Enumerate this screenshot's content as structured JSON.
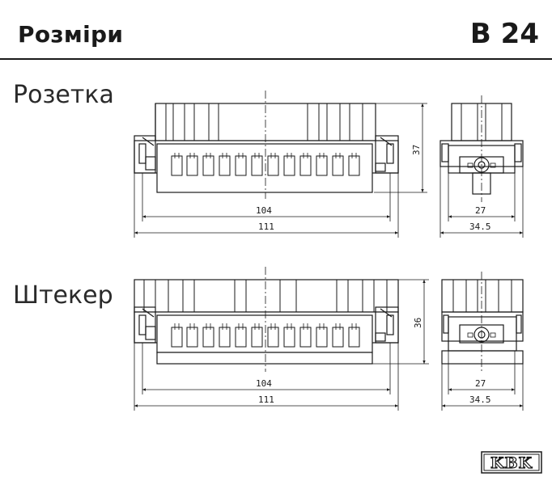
{
  "header": {
    "title": "Розміри",
    "code": "B 24"
  },
  "sections": [
    {
      "label": "Розетка",
      "dims": {
        "inner_width": "104",
        "outer_width": "111",
        "height": "37",
        "side_inner": "27",
        "side_outer": "34.5"
      }
    },
    {
      "label": "Штекер",
      "dims": {
        "inner_width": "104",
        "outer_width": "111",
        "height": "36",
        "side_inner": "27",
        "side_outer": "34.5"
      }
    }
  ],
  "logo": {
    "text": "KBK"
  }
}
